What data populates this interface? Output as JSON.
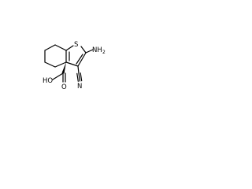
{
  "molecule": {
    "labels": {
      "sulfur": "S",
      "amino_main": "NH",
      "amino_sub": "2",
      "cyano_nitrogen": "N",
      "hydroxyl": "HO",
      "carbonyl_oxygen": "O"
    },
    "colors": {
      "bond": "#000000",
      "text": "#000000",
      "background": "#ffffff"
    }
  }
}
